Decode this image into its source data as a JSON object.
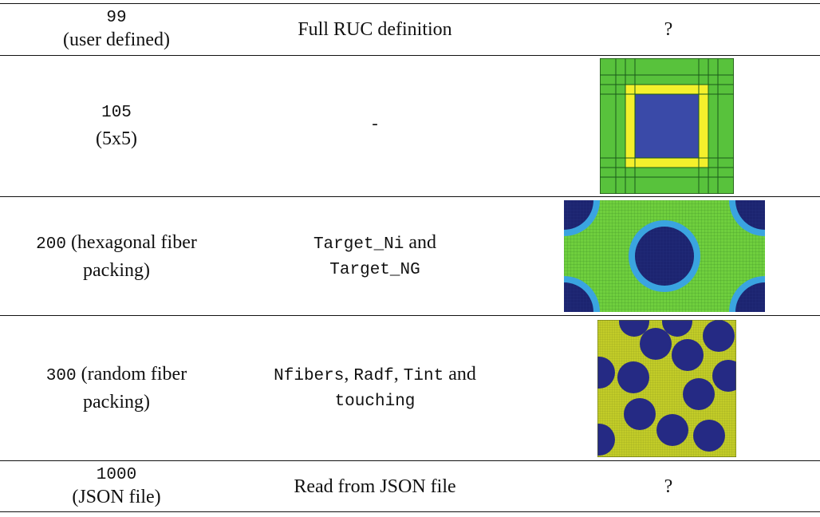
{
  "rows": [
    {
      "code": "99",
      "code_desc": "(user defined)",
      "params_text": "Full RUC definition",
      "image_text": "?"
    },
    {
      "code": "105",
      "code_desc": "(5x5)",
      "params_text": "-",
      "image_icon": "ruc-5x5-square-fiber-icon"
    },
    {
      "code": "200",
      "code_desc_1": "(hexagonal fiber",
      "code_desc_2": "packing)",
      "params_1": "Target_Ni",
      "params_and": "and",
      "params_2": "Target_NG",
      "image_icon": "hexagonal-fiber-packing-icon"
    },
    {
      "code": "300",
      "code_desc_1": "(random fiber",
      "code_desc_2": "packing)",
      "params_1": "Nfibers",
      "params_2": "Radf",
      "params_3": "Tint",
      "params_and": "and",
      "params_4": "touching",
      "image_icon": "random-fiber-packing-icon"
    },
    {
      "code": "1000",
      "code_desc": "(JSON file)",
      "params_text": "Read from JSON file",
      "image_text": "?"
    }
  ],
  "colors": {
    "green": "#58c23c",
    "yellow": "#f4f02c",
    "blue": "#3a4aa8",
    "navy": "#1c2470",
    "light_blue": "#3aa4e0",
    "hex_green": "#6fcf3e",
    "olive_yellow": "#c2cc28"
  }
}
